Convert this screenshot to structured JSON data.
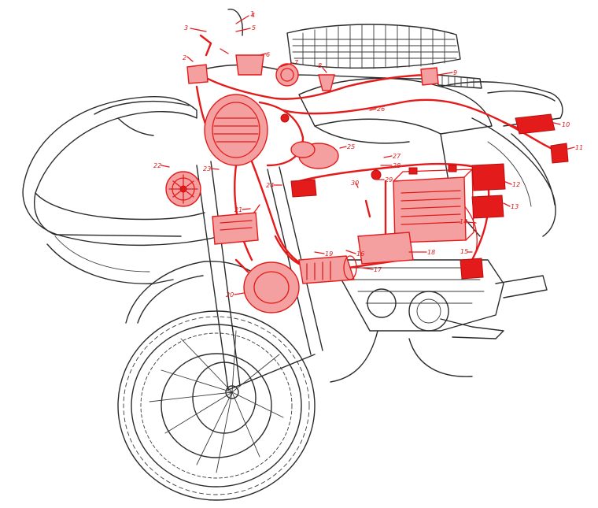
{
  "palette": {
    "ink": "#2b2b2b",
    "wiring": "#e31b1b",
    "background": "#ffffff"
  },
  "callouts": [
    {
      "id": "c1",
      "label": "1"
    },
    {
      "id": "c2",
      "label": "2"
    },
    {
      "id": "c3",
      "label": "3"
    },
    {
      "id": "c4",
      "label": "4"
    },
    {
      "id": "c5",
      "label": "5"
    },
    {
      "id": "c6",
      "label": "6"
    },
    {
      "id": "c7",
      "label": "7"
    },
    {
      "id": "c8",
      "label": "8"
    },
    {
      "id": "c9",
      "label": "9"
    },
    {
      "id": "c10",
      "label": "10"
    },
    {
      "id": "c11",
      "label": "11"
    },
    {
      "id": "c12",
      "label": "12"
    },
    {
      "id": "c13",
      "label": "13"
    },
    {
      "id": "c14",
      "label": "14"
    },
    {
      "id": "c15",
      "label": "15"
    },
    {
      "id": "c16",
      "label": "16"
    },
    {
      "id": "c17",
      "label": "17"
    },
    {
      "id": "c18",
      "label": "18"
    },
    {
      "id": "c19",
      "label": "19"
    },
    {
      "id": "c20",
      "label": "20"
    },
    {
      "id": "c21",
      "label": "21"
    },
    {
      "id": "c22",
      "label": "22"
    },
    {
      "id": "c23",
      "label": "23"
    },
    {
      "id": "c24",
      "label": "24"
    },
    {
      "id": "c25",
      "label": "25"
    },
    {
      "id": "c26",
      "label": "26"
    },
    {
      "id": "c27",
      "label": "27"
    },
    {
      "id": "c28",
      "label": "28"
    },
    {
      "id": "c29",
      "label": "29"
    },
    {
      "id": "c30",
      "label": "30"
    }
  ]
}
